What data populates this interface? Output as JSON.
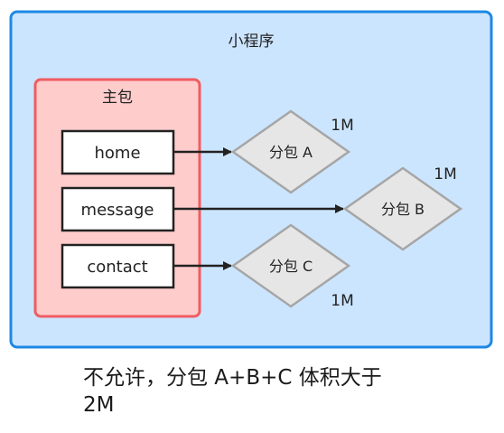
{
  "diagram": {
    "title": "小程序",
    "main_package": {
      "label": "主包",
      "pages": [
        "home",
        "message",
        "contact"
      ]
    },
    "subpackages": [
      {
        "label": "分包 A",
        "size": "1M"
      },
      {
        "label": "分包 B",
        "size": "1M"
      },
      {
        "label": "分包 C",
        "size": "1M"
      }
    ],
    "caption_line1": "不允许，分包 A+B+C 体积大于",
    "caption_line2": "2M"
  },
  "colors": {
    "outer_fill": "#cce5ff",
    "outer_stroke": "#1e88e5",
    "main_fill": "#ffcccc",
    "main_stroke": "#ef5d62",
    "diamond_fill": "#e6e6e6",
    "diamond_stroke": "#a6a6a6"
  }
}
